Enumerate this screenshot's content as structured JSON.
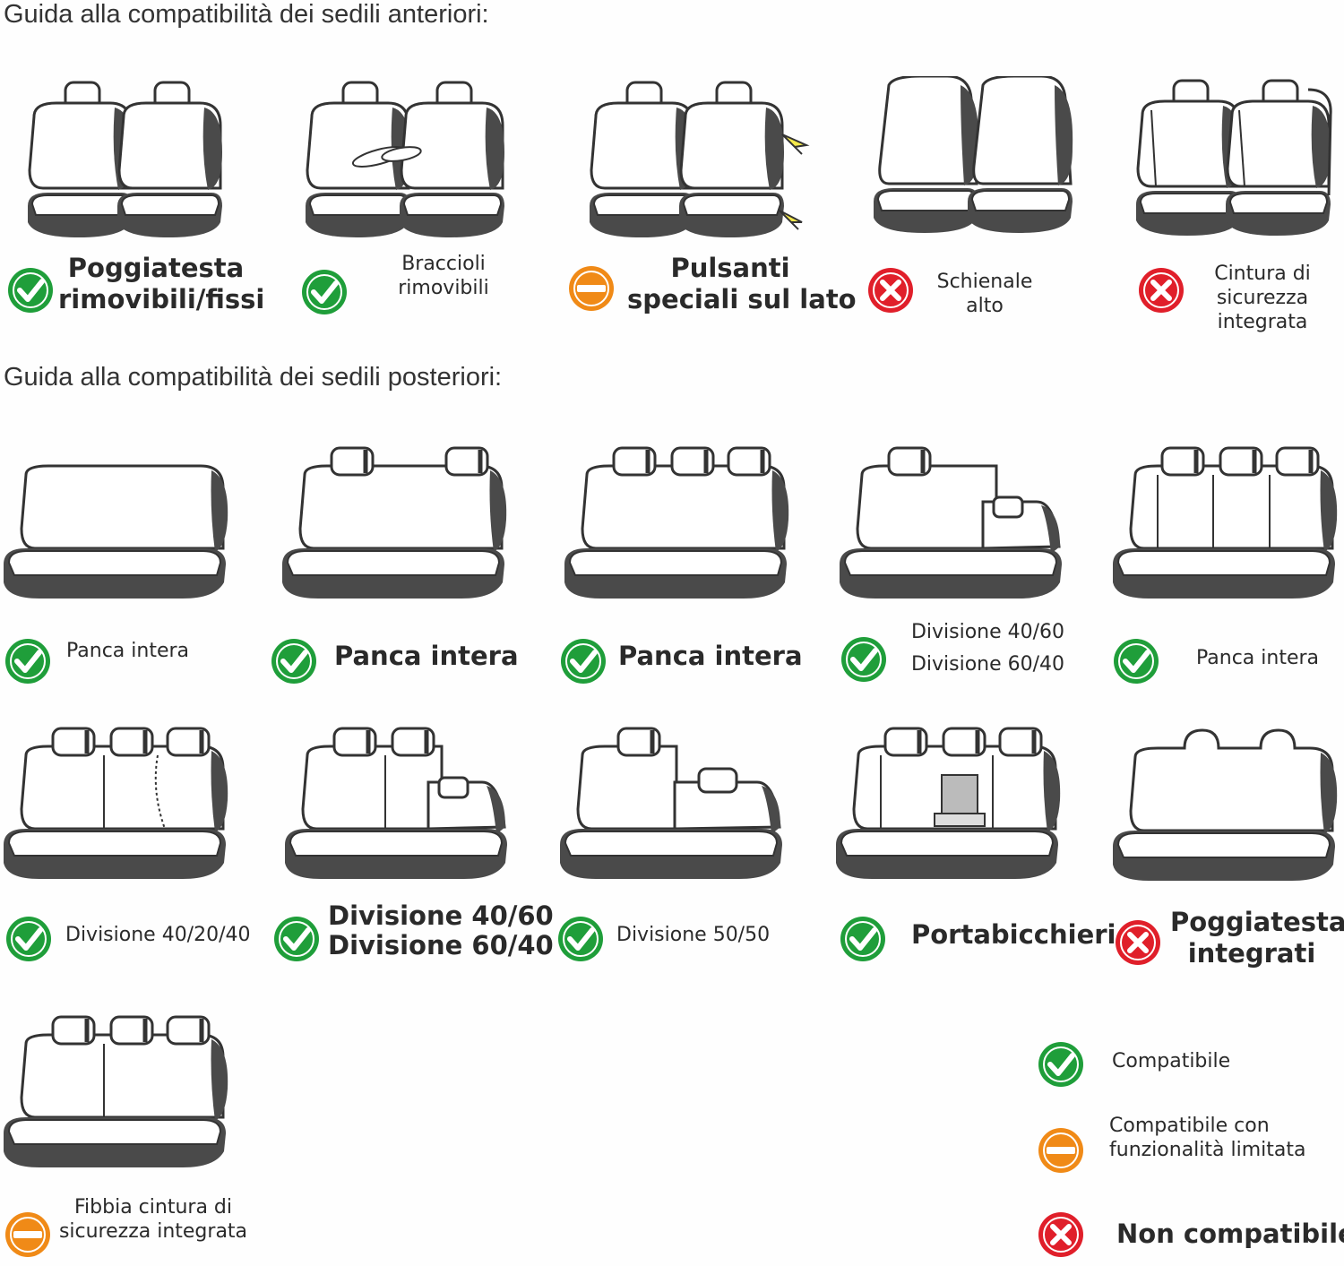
{
  "colors": {
    "compatible": "#1f9e3a",
    "limited": "#f08a17",
    "incompatible": "#e01f2a",
    "seat_dark": "#4a4a4a",
    "seat_line": "#333333"
  },
  "front": {
    "title": "Guida alla compatibilità dei sedili anteriori:",
    "items": [
      {
        "status": "compatible",
        "lines": [
          "Poggiatesta",
          "rimovibili/fissi"
        ]
      },
      {
        "status": "compatible",
        "lines": [
          "Braccioli",
          "rimovibili"
        ]
      },
      {
        "status": "limited",
        "lines": [
          "Pulsanti",
          "speciali sul lato"
        ]
      },
      {
        "status": "incompatible",
        "lines": [
          "Schienale",
          "alto"
        ]
      },
      {
        "status": "incompatible",
        "lines": [
          "Cintura di",
          "sicurezza",
          "integrata"
        ]
      }
    ]
  },
  "rear": {
    "title": "Guida alla compatibilità dei sedili posteriori:",
    "items": [
      {
        "status": "compatible",
        "lines": [
          "Panca intera"
        ]
      },
      {
        "status": "compatible",
        "lines": [
          "Panca intera"
        ]
      },
      {
        "status": "compatible",
        "lines": [
          "Panca intera"
        ]
      },
      {
        "status": "compatible",
        "lines": [
          "Divisione 40/60",
          "Divisione 60/40"
        ]
      },
      {
        "status": "compatible",
        "lines": [
          "Panca intera"
        ]
      },
      {
        "status": "compatible",
        "lines": [
          "Divisione 40/20/40"
        ]
      },
      {
        "status": "compatible",
        "lines": [
          "Divisione 40/60",
          "Divisione 60/40"
        ]
      },
      {
        "status": "compatible",
        "lines": [
          "Divisione 50/50"
        ]
      },
      {
        "status": "compatible",
        "lines": [
          "Portabicchieri"
        ]
      },
      {
        "status": "incompatible",
        "lines": [
          "Poggiatesta",
          "integrati"
        ]
      },
      {
        "status": "limited",
        "lines": [
          "Fibbia cintura di",
          "sicurezza integrata"
        ]
      }
    ]
  },
  "legend": [
    {
      "status": "compatible",
      "lines": [
        "Compatibile"
      ]
    },
    {
      "status": "limited",
      "lines": [
        "Compatibile con",
        "funzionalità limitata"
      ]
    },
    {
      "status": "incompatible",
      "lines": [
        "Non compatibile"
      ]
    }
  ]
}
